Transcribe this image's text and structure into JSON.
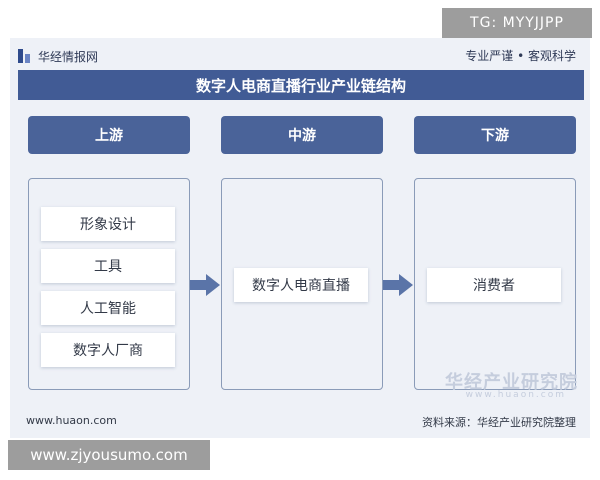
{
  "header": {
    "brand": "华经情报网",
    "slogan": "专业严谨 • 客观科学",
    "title": "数字人电商直播行业产业链结构"
  },
  "stages": [
    {
      "label": "上游",
      "items": [
        "形象设计",
        "工具",
        "人工智能",
        "数字人厂商"
      ]
    },
    {
      "label": "中游",
      "items": [
        "数字人电商直播"
      ]
    },
    {
      "label": "下游",
      "items": [
        "消费者"
      ]
    }
  ],
  "watermark": {
    "name": "华经产业研究院",
    "url": "www.huaon.com"
  },
  "footer": {
    "website": "www.huaon.com",
    "source": "资料来源：华经产业研究院整理"
  },
  "overlays": {
    "tg": "TG: MYYJJPP",
    "url": "www.zjyousumo.com"
  },
  "colors": {
    "title_bar": "#415b95",
    "stage_header": "#4a6399",
    "arrow": "#5a74a8",
    "background": "#eef1f7"
  },
  "icons": [
    "brand-logo-icon",
    "right-arrow-icon"
  ]
}
